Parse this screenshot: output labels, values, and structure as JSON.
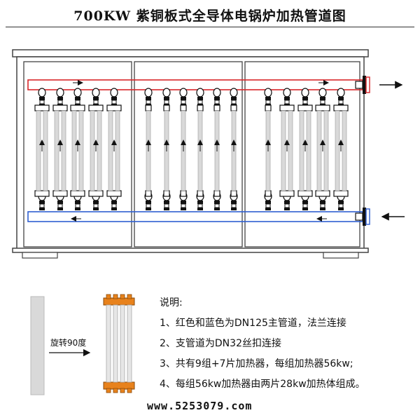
{
  "title": "700KW 紫铜板式全导体电锅炉加热管道图",
  "colors": {
    "hot_pipe": "#d9262a",
    "cold_pipe": "#2f5fd0",
    "frame": "#444444",
    "tube_fill": "#d9d9d9",
    "brass": "#e8821c"
  },
  "legend": {
    "rotate_label": "旋转90度"
  },
  "notes": {
    "heading": "说明:",
    "items": [
      "1、红色和蓝色为DN125主管道，法兰连接",
      "2、支管道为DN32丝扣连接",
      "3、共有9组+7片加热器，每组加热器56kw;",
      "4、每组56kw加热器由两片28kw加热体组成。"
    ]
  },
  "website": "www.5253079.com"
}
